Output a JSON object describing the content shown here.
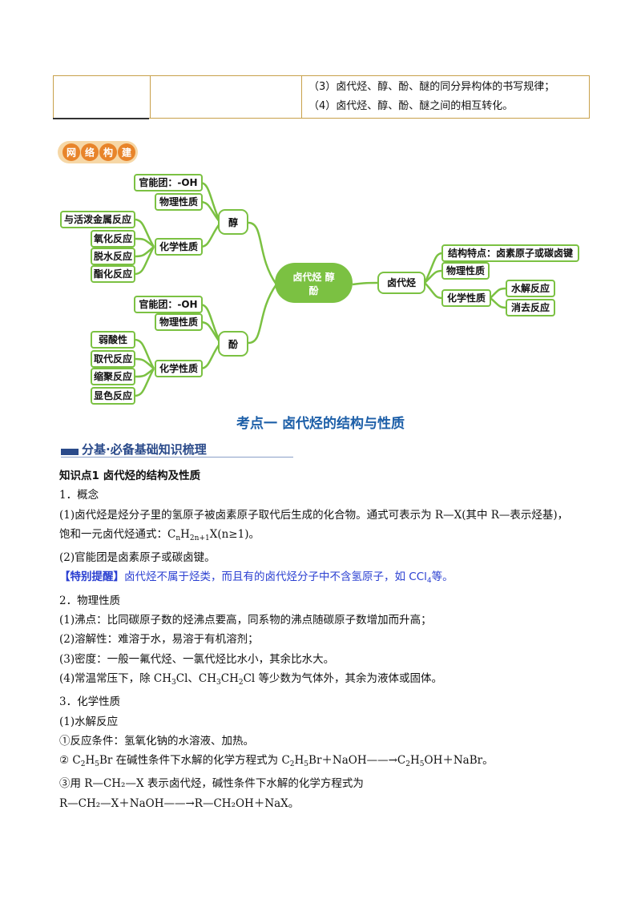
{
  "top_table": {
    "row1": "（3）卤代烃、醇、酚、醚的同分异构体的书写规律；",
    "row2": "（4）卤代烃、醇、酚、醚之间的相互转化。"
  },
  "badge": [
    "网",
    "络",
    "构",
    "建"
  ],
  "mindmap": {
    "center": [
      "卤代烃 醇",
      "酚"
    ],
    "alcohol": {
      "label": "醇",
      "functional_group": "官能团：-OH",
      "physical": "物理性质",
      "chemical": "化学性质",
      "reactions": [
        "与活泼金属反应",
        "氧化反应",
        "脱水反应",
        "酯化反应"
      ]
    },
    "phenol": {
      "label": "酚",
      "functional_group": "官能团：-OH",
      "physical": "物理性质",
      "chemical": "化学性质",
      "reactions": [
        "弱酸性",
        "取代反应",
        "缩聚反应",
        "显色反应"
      ]
    },
    "haloalkane": {
      "label": "卤代烃",
      "structure": "结构特点：卤素原子或碳卤键",
      "physical": "物理性质",
      "chemical": "化学性质",
      "reactions": [
        "水解反应",
        "消去反应"
      ]
    },
    "colors": {
      "line": "#7bc142",
      "node_border": "#7bc142",
      "node_fill": "#ffffff",
      "center_fill": "#7bc142"
    }
  },
  "section_title": "考点一  卤代烃的结构与性质",
  "banner": "分基·必备基础知识梳理",
  "content": {
    "kp_title": "知识点1  卤代烃的结构及性质",
    "h1": "1．概念",
    "p1_line1": "(1)卤代烃是烃分子里的氢原子被卤素原子取代后生成的化合物。通式可表示为 R—X(其中 R—表示烃基)，",
    "p1_line2_a": "饱和一元卤代烃通式：C",
    "p1_line2_sub1": "n",
    "p1_line2_b": "H",
    "p1_line2_sub2": "2n+1",
    "p1_line2_c": "X(n≥1)。",
    "p2": "(2)官能团是卤素原子或碳卤键。",
    "tip_label": "【特别提醒】",
    "tip_text_a": "卤代烃不属于烃类，而且有的卤代烃分子中不含氢原子，如 CCl",
    "tip_sub": "4",
    "tip_text_b": "等。",
    "h2": "2．物理性质",
    "phys1": "(1)沸点：比同碳原子数的烃沸点要高，同系物的沸点随碳原子数增加而升高；",
    "phys2": "(2)溶解性：难溶于水，易溶于有机溶剂；",
    "phys3": "(3)密度：一般一氟代烃、一氯代烃比水小，其余比水大。",
    "phys4_a": "(4)常温常压下，除 CH",
    "phys4_sub1": "3",
    "phys4_b": "Cl、CH",
    "phys4_sub2": "3",
    "phys4_c": "CH",
    "phys4_sub3": "2",
    "phys4_d": "Cl 等少数为气体外，其余为液体或固体。",
    "h3": "3．化学性质",
    "c1": "(1)水解反应",
    "c2": "①反应条件：氢氧化钠的水溶液、加热。",
    "c3_a": "② C",
    "c3_s1": "2",
    "c3_b": "H",
    "c3_s2": "5",
    "c3_c": "Br 在碱性条件下水解的化学方程式为 C",
    "c3_s3": "2",
    "c3_d": "H",
    "c3_s4": "5",
    "c3_e": "Br＋NaOH——→C",
    "c3_s5": "2",
    "c3_f": "H",
    "c3_s6": "5",
    "c3_g": "OH＋NaBr。",
    "c4": "③用 R—CH₂—X 表示卤代烃，碱性条件下水解的化学方程式为",
    "c5": "R—CH₂—X＋NaOH——→R—CH₂OH＋NaX。"
  }
}
